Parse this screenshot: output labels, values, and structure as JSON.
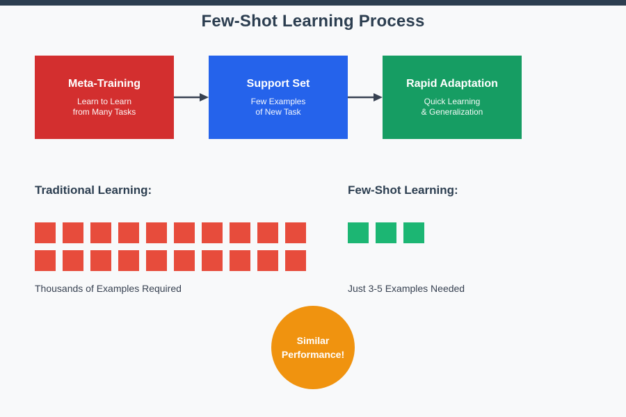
{
  "page": {
    "title": "Few-Shot Learning Process",
    "background": "#f8f9fa",
    "topbar_color": "#2c3e50",
    "arrow_color": "#374151"
  },
  "process_steps": [
    {
      "title": "Meta-Training",
      "line1": "Learn to Learn",
      "line2": "from Many Tasks",
      "color": "#d32f2f"
    },
    {
      "title": "Support Set",
      "line1": "Few Examples",
      "line2": "of New Task",
      "color": "#2563eb"
    },
    {
      "title": "Rapid Adaptation",
      "line1": "Quick Learning",
      "line2": "& Generalization",
      "color": "#169d63"
    }
  ],
  "comparison": {
    "traditional": {
      "heading": "Traditional Learning:",
      "square_count": 20,
      "square_color": "#e74c3c",
      "caption": "Thousands of Examples Required"
    },
    "few_shot": {
      "heading": "Few-Shot Learning:",
      "square_count": 3,
      "square_color": "#1cb673",
      "caption": "Just 3-5 Examples Needed"
    }
  },
  "badge": {
    "line1": "Similar",
    "line2": "Performance!",
    "color": "#f0930f"
  }
}
